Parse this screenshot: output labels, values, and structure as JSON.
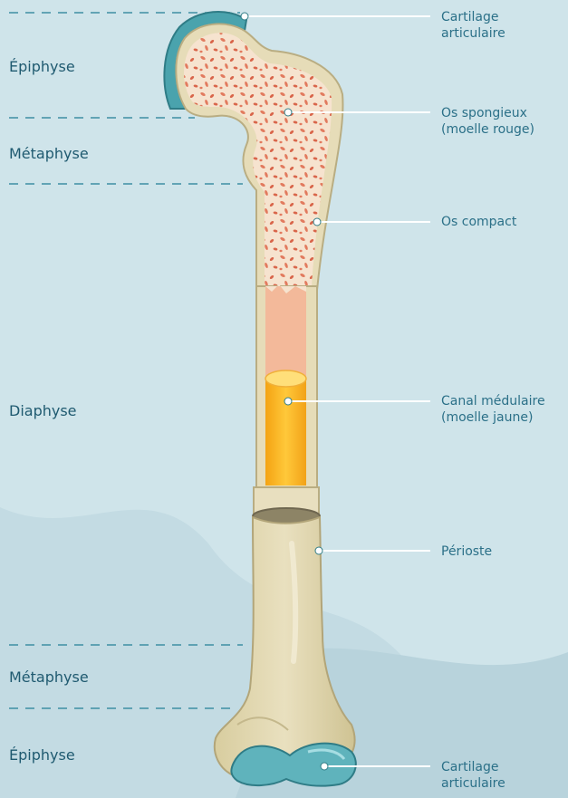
{
  "regions": [
    {
      "label": "Épiphyse"
    },
    {
      "label": "Métaphyse"
    },
    {
      "label": "Diaphyse"
    },
    {
      "label": "Métaphyse"
    },
    {
      "label": "Épiphyse"
    }
  ],
  "callouts": [
    {
      "line1": "Cartilage",
      "line2": "articulaire"
    },
    {
      "line1": "Os spongieux",
      "line2": "(moelle rouge)"
    },
    {
      "line1": "Os compact",
      "line2": ""
    },
    {
      "line1": "Canal médulaire",
      "line2": "(moelle jaune)"
    },
    {
      "line1": "Périoste",
      "line2": ""
    },
    {
      "line1": "Cartilage",
      "line2": "articulaire"
    }
  ],
  "colors": {
    "background": "#cfe4ea",
    "cartilage": "#4aa3ad",
    "bone": "#e6dcb8",
    "spongy": "#e27a5e",
    "red_marrow": "#f3b99a",
    "yellow_marrow": "#f6b320",
    "periosteum": "#d9cfa6",
    "text": "#1f5a70"
  }
}
